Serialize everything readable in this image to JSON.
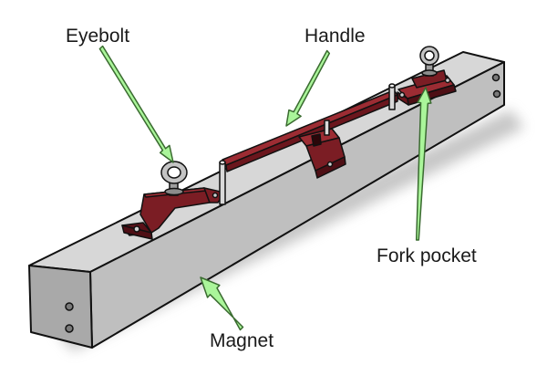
{
  "labels": {
    "eyebolt": "Eyebolt",
    "handle": "Handle",
    "fork_pocket": "Fork pocket",
    "magnet": "Magnet"
  },
  "colors": {
    "background": "#ffffff",
    "magnet_top": "#d7d7d7",
    "magnet_front": "#bfbfbf",
    "magnet_end": "#a9a9a9",
    "bracket": "#7b1d24",
    "bracket_dark": "#4e0f15",
    "eyebolt_metal": "#b8b8b8",
    "arrow_fill": "#aaf59a",
    "arrow_stroke": "#3a6b30",
    "outline": "#111111"
  }
}
